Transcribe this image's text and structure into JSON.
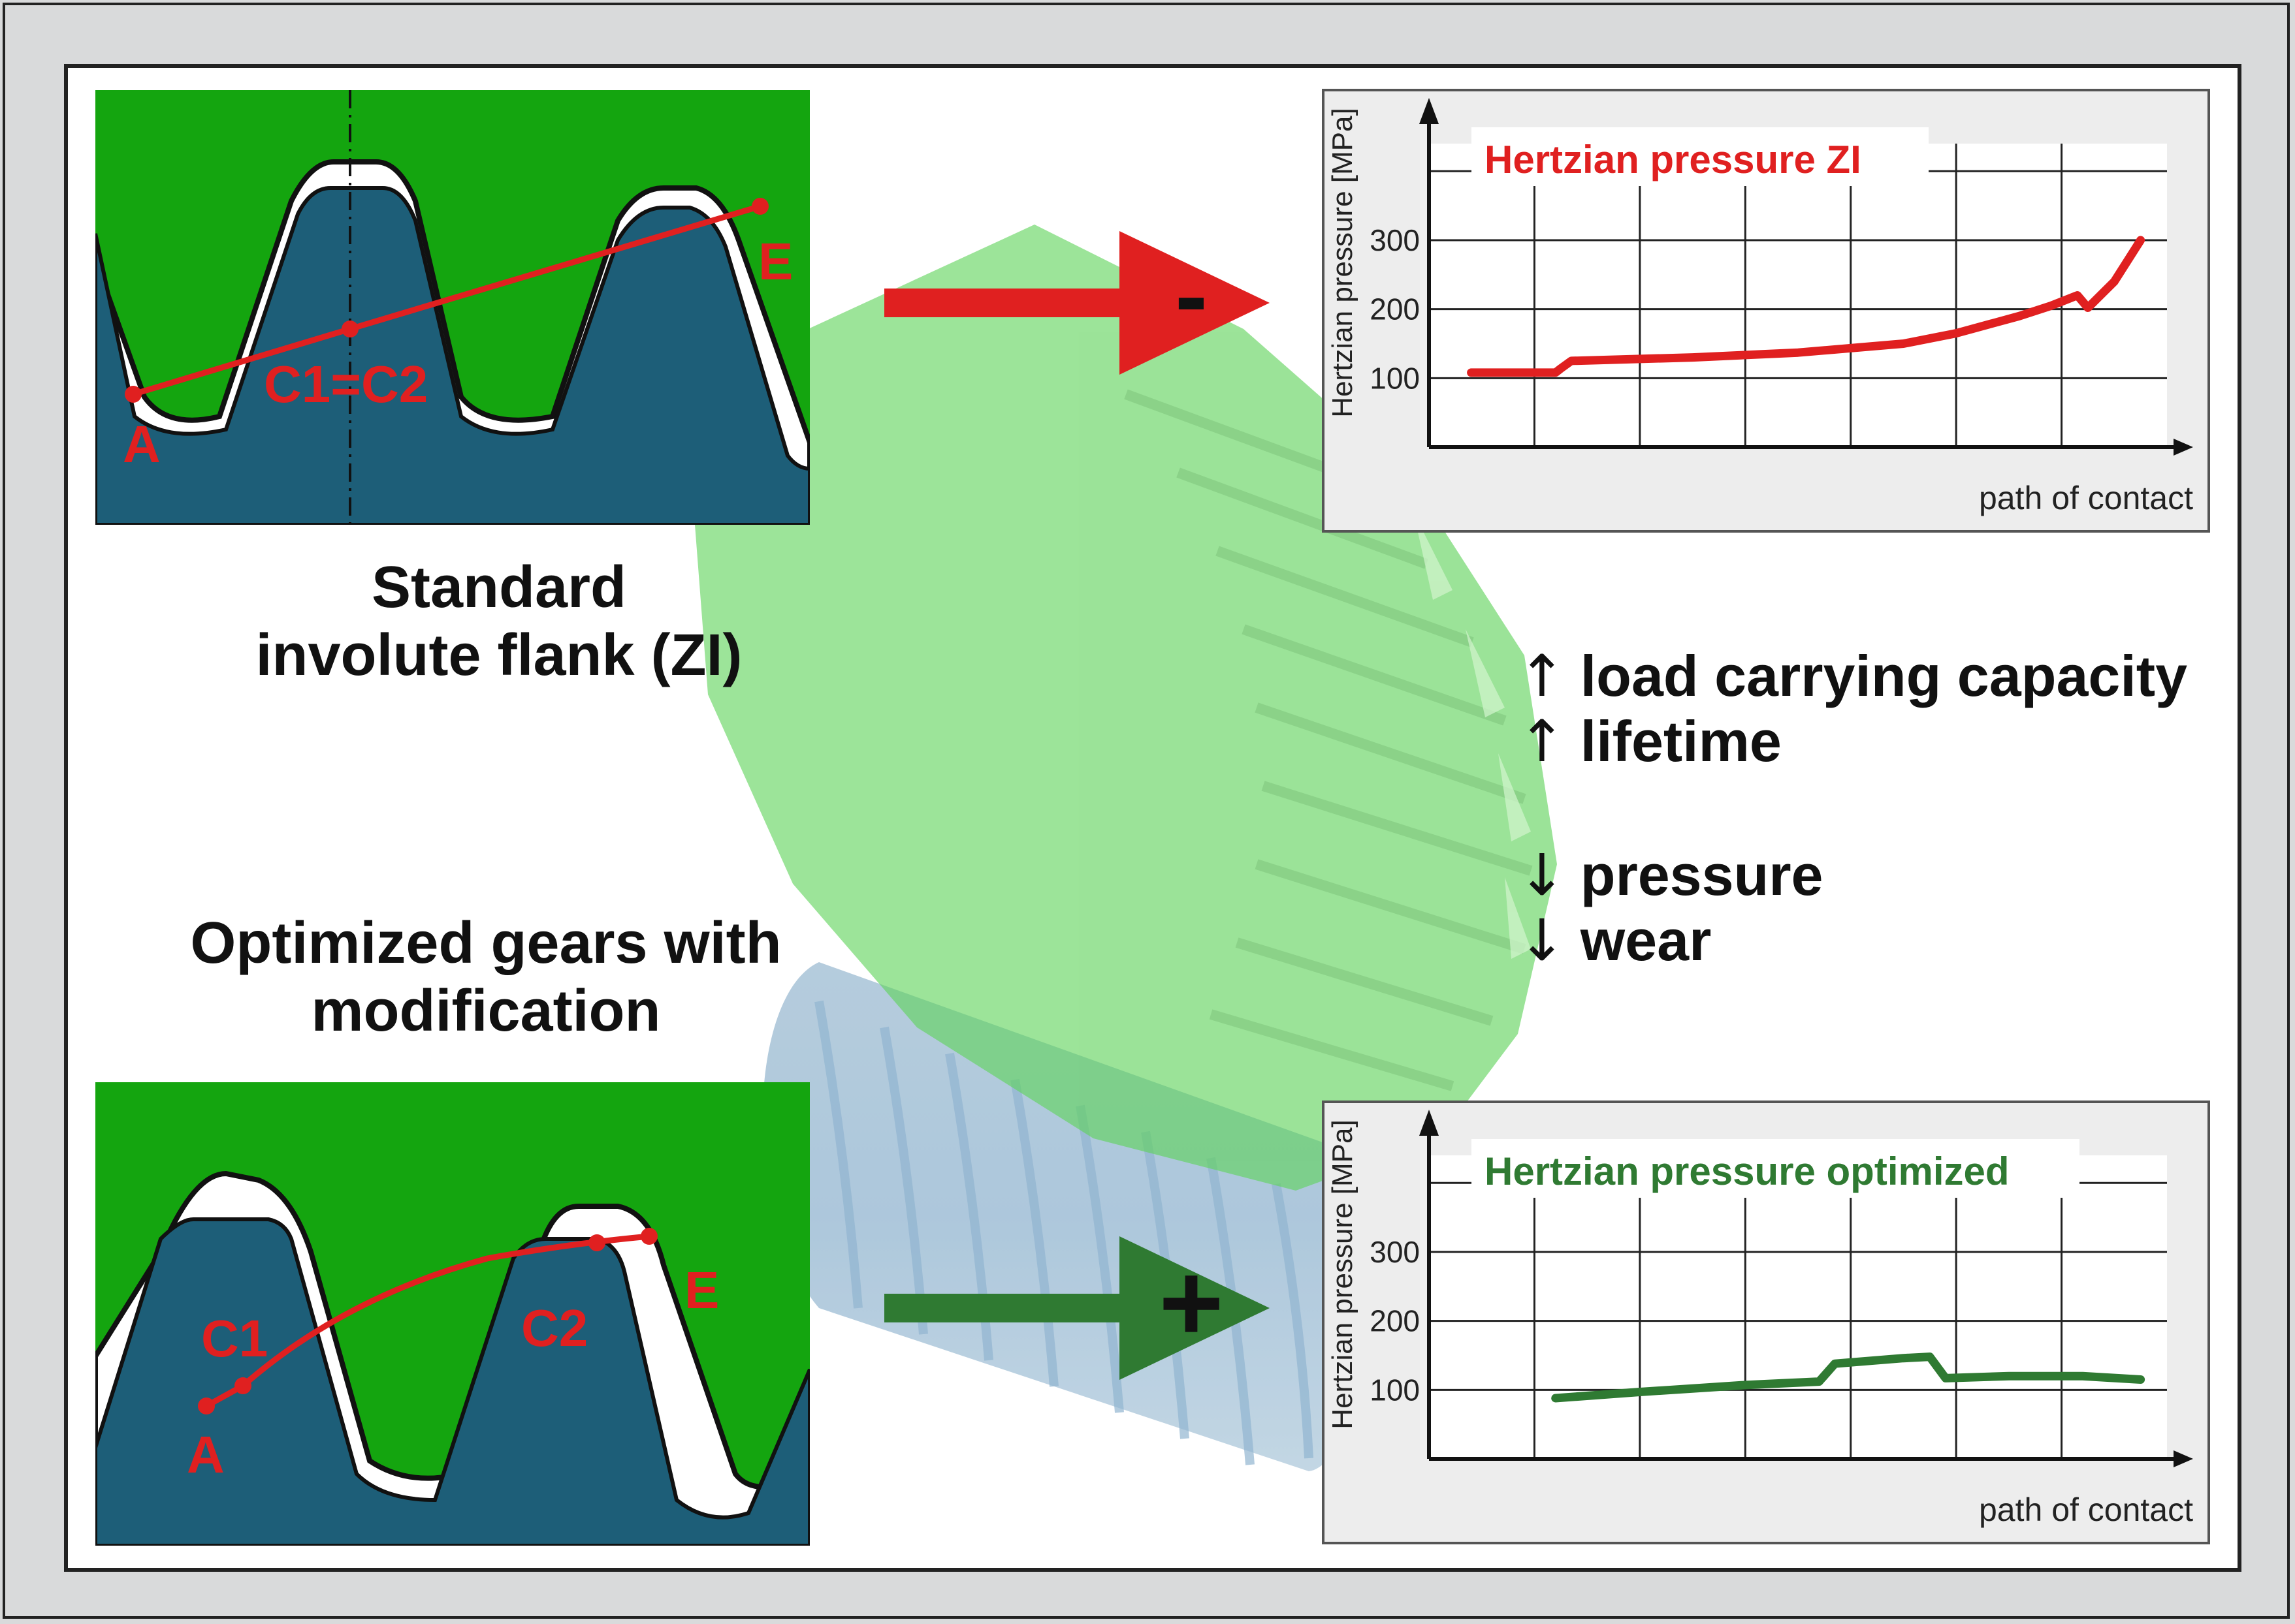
{
  "top_panel": {
    "title_line1": "Standard",
    "title_line2": "involute flank (ZI)",
    "label_A": "A",
    "label_C": "C1=C2",
    "label_E": "E"
  },
  "bottom_panel": {
    "title_line1": "Optimized gears with",
    "title_line2": "modification",
    "label_A": "A",
    "label_C1": "C1",
    "label_C2": "C2",
    "label_E": "E"
  },
  "effects": [
    {
      "symbol": "↑",
      "text": "load carrying capacity"
    },
    {
      "symbol": "↑",
      "text": "lifetime"
    },
    {
      "symbol": "↓",
      "text": "pressure"
    },
    {
      "symbol": "↓",
      "text": "wear"
    }
  ],
  "arrows": {
    "top_sign": "-",
    "bottom_sign": "+",
    "top_color": "#e02020",
    "bottom_color": "#2f7a32"
  },
  "chart_data": [
    {
      "type": "line",
      "title": "Hertzian pressure ZI",
      "title_color": "#e02020",
      "series_color": "#e02020",
      "ylabel": "Hertzian pressure  [MPa]",
      "xlabel": "path of contact",
      "yticks": [
        "100",
        "200",
        "300"
      ],
      "ylim": [
        0,
        440
      ],
      "xlim": [
        0,
        7
      ],
      "grid": true,
      "x": [
        0.4,
        1.2,
        1.25,
        1.35,
        2.5,
        3.5,
        4.5,
        5.0,
        5.6,
        5.9,
        6.15,
        6.25,
        6.5,
        6.75
      ],
      "y": [
        108,
        108,
        114,
        125,
        130,
        137,
        150,
        165,
        190,
        205,
        220,
        202,
        240,
        300
      ]
    },
    {
      "type": "line",
      "title": "Hertzian pressure optimized",
      "title_color": "#2f7a32",
      "series_color": "#2f7a32",
      "ylabel": "Hertzian pressure  [MPa]",
      "xlabel": "path of contact",
      "yticks": [
        "100",
        "200",
        "300"
      ],
      "ylim": [
        0,
        440
      ],
      "xlim": [
        0,
        7
      ],
      "grid": true,
      "x": [
        1.2,
        2.0,
        3.0,
        3.7,
        3.85,
        4.5,
        4.75,
        4.9,
        5.5,
        6.2,
        6.75
      ],
      "y": [
        88,
        97,
        107,
        112,
        138,
        146,
        148,
        117,
        120,
        120,
        115
      ]
    }
  ]
}
